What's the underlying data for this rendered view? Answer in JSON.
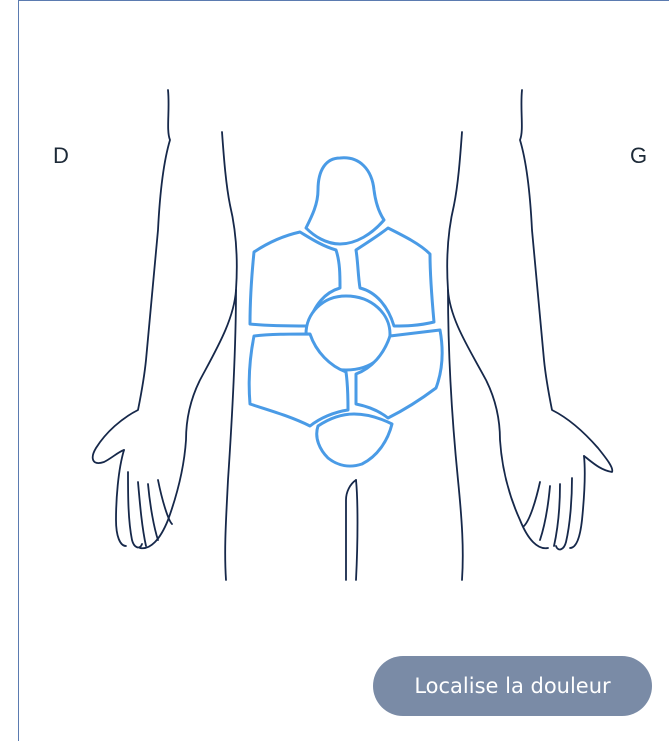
{
  "labels": {
    "right_side": "D",
    "left_side": "G"
  },
  "action_button": {
    "label": "Localise la douleur"
  },
  "colors": {
    "frame_border": "#5b7bb0",
    "body_outline": "#16284a",
    "region_outline": "#4a9be6",
    "button_background": "#7a8ba6",
    "button_text": "#ffffff"
  }
}
